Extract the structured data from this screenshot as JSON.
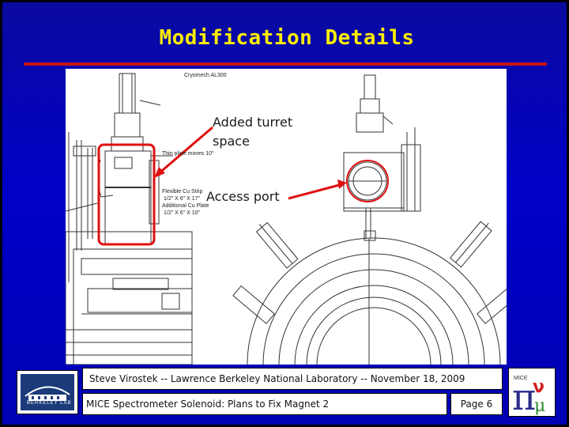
{
  "slide": {
    "title": "Modification Details",
    "colors": {
      "background": "#0000c8",
      "title": "#ffee00",
      "rule": "#c81414",
      "callout_marker": "#e01010"
    }
  },
  "drawing": {
    "labels": {
      "cryomech": "Cryomech AL300",
      "thin": "Thin plate moves 10\"",
      "flex1": "Flexible Cu Strip",
      "flex2": "1/2\" X 6\" X 17\"",
      "add1": "Additional Cu Plate",
      "add2": "1/2\" X 6\" X 10\""
    },
    "callouts": {
      "turret_line1": "Added turret",
      "turret_line2": "space",
      "access": "Access port"
    }
  },
  "footer": {
    "author_line": "Steve Virostek  --  Lawrence Berkeley National Laboratory  --  November 18, 2009",
    "talk_title": "MICE Spectrometer Solenoid: Plans to Fix Magnet 2",
    "page": "Page 6",
    "lab_logo_text": "BERKELEY LAB",
    "mice_logo_icon": "mice-pi-logo"
  }
}
